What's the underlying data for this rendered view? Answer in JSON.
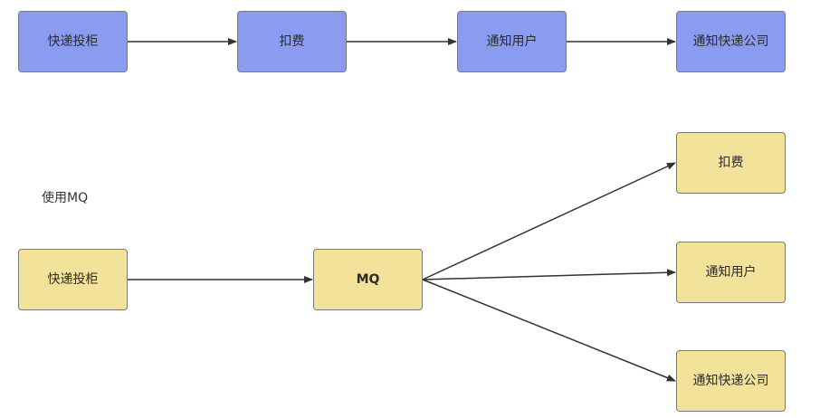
{
  "direct_flow": {
    "nodes": [
      {
        "id": "d1",
        "label": "快递投柜"
      },
      {
        "id": "d2",
        "label": "扣费"
      },
      {
        "id": "d3",
        "label": "通知用户"
      },
      {
        "id": "d4",
        "label": "通知快递公司"
      }
    ],
    "edges": [
      [
        "d1",
        "d2"
      ],
      [
        "d2",
        "d3"
      ],
      [
        "d3",
        "d4"
      ]
    ]
  },
  "mq_caption": "使用MQ",
  "mq_flow": {
    "nodes": [
      {
        "id": "m1",
        "label": "快递投柜"
      },
      {
        "id": "m2",
        "label": "MQ"
      },
      {
        "id": "m3",
        "label": "扣费"
      },
      {
        "id": "m4",
        "label": "通知用户"
      },
      {
        "id": "m5",
        "label": "通知快递公司"
      }
    ],
    "edges": [
      [
        "m1",
        "m2"
      ],
      [
        "m2",
        "m3"
      ],
      [
        "m2",
        "m4"
      ],
      [
        "m2",
        "m5"
      ]
    ]
  },
  "colors": {
    "blue_fill": "#8b9cf0",
    "yellow_fill": "#f2e29a",
    "stroke": "#7a7a7a",
    "arrow": "#333333"
  }
}
